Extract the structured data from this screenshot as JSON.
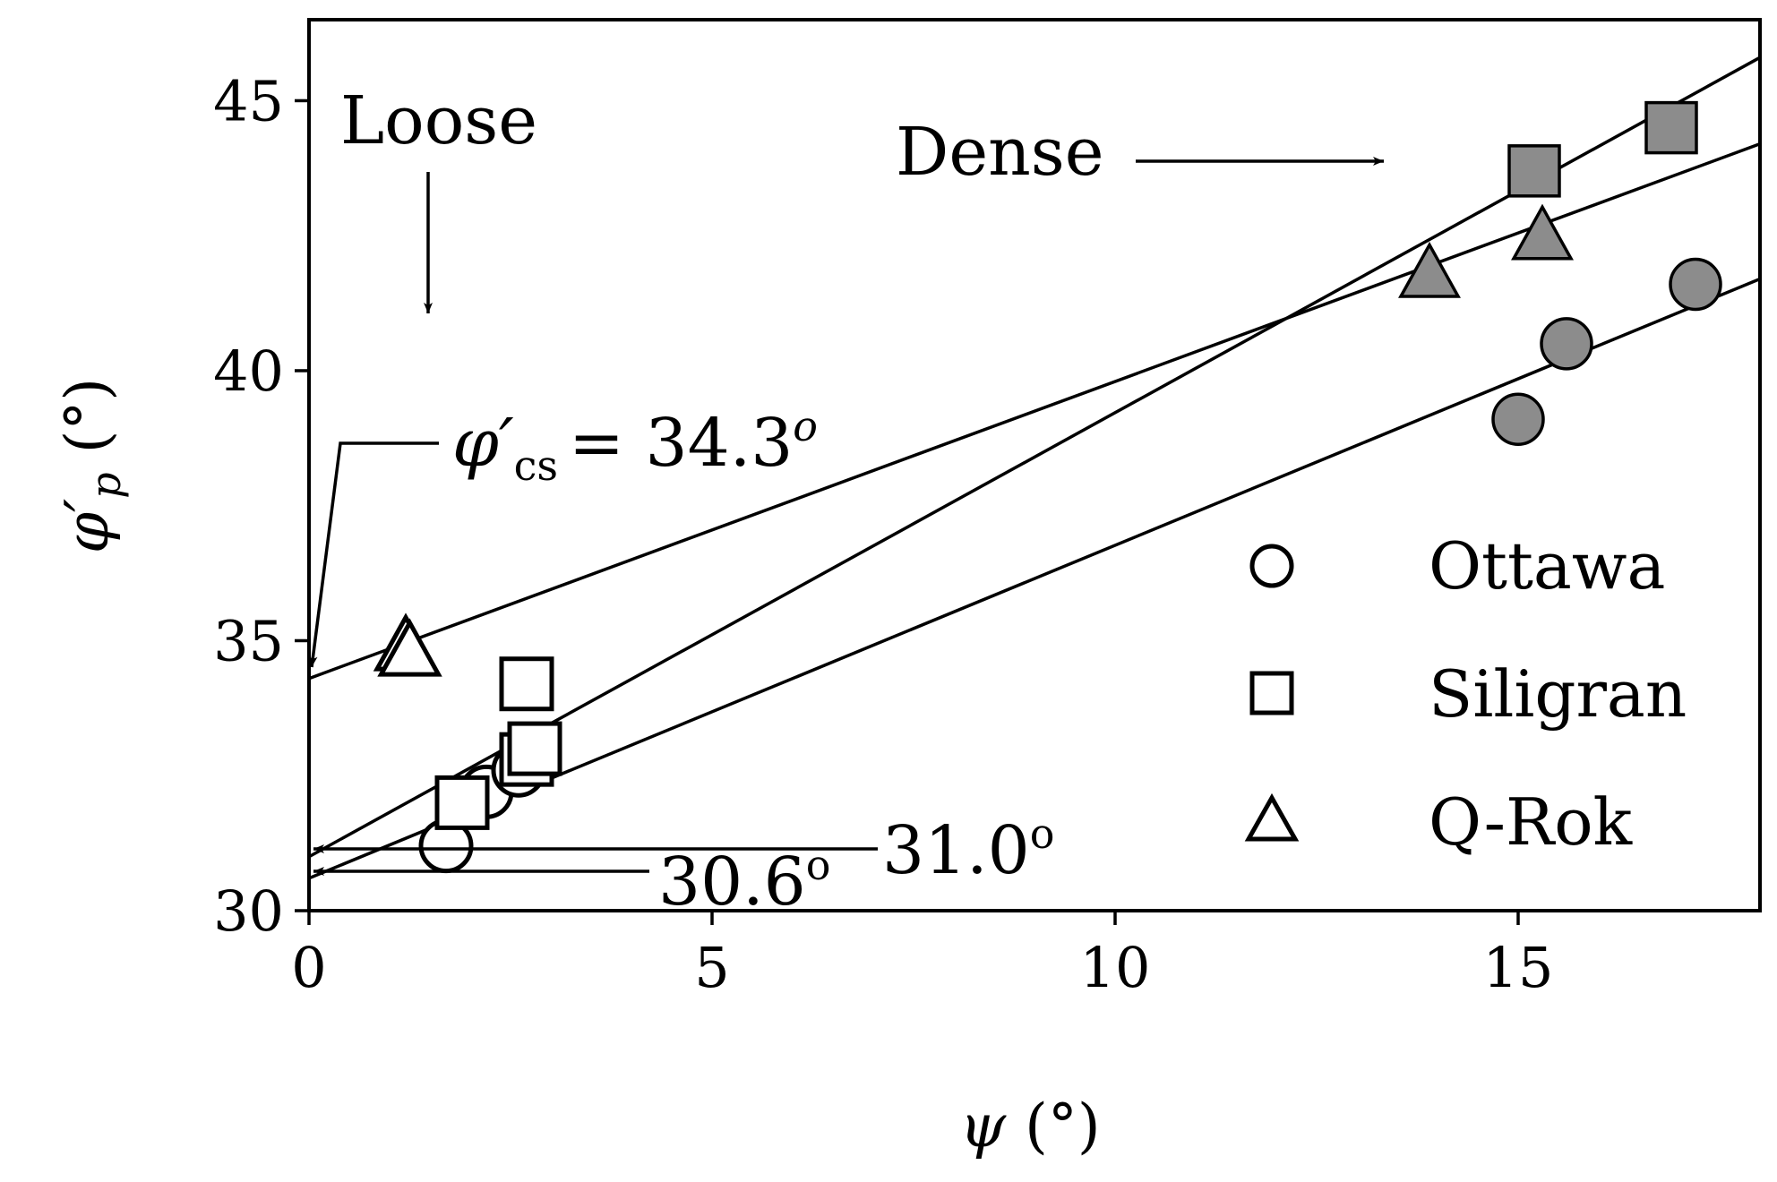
{
  "chart_data": {
    "type": "scatter",
    "xlabel": "ψ (°)",
    "ylabel": "φ′p (°)",
    "xlim": [
      0,
      18
    ],
    "ylim": [
      30,
      46.5
    ],
    "x_ticks": [
      "0",
      "5",
      "10",
      "15"
    ],
    "y_ticks": [
      "30",
      "35",
      "40",
      "45"
    ],
    "grid": false,
    "legend_position": "bottom-right",
    "series": [
      {
        "name": "Ottawa",
        "marker": "circle",
        "points_loose": [
          [
            1.7,
            31.2
          ],
          [
            2.2,
            32.2
          ],
          [
            2.6,
            32.6
          ]
        ],
        "points_dense": [
          [
            15.0,
            39.1
          ],
          [
            15.6,
            40.5
          ],
          [
            17.2,
            41.6
          ]
        ]
      },
      {
        "name": "Siligran",
        "marker": "square",
        "points_loose": [
          [
            1.9,
            32.0
          ],
          [
            2.7,
            32.8
          ],
          [
            2.8,
            33.0
          ],
          [
            2.7,
            34.2
          ]
        ],
        "points_dense": [
          [
            15.2,
            43.7
          ],
          [
            16.9,
            44.5
          ]
        ]
      },
      {
        "name": "Q-Rok",
        "marker": "triangle",
        "points_loose": [
          [
            1.2,
            34.9
          ],
          [
            1.25,
            34.8
          ]
        ],
        "points_dense": [
          [
            13.9,
            41.8
          ],
          [
            15.3,
            42.5
          ]
        ]
      }
    ],
    "fit_lines": [
      {
        "intercept": 34.3,
        "end": [
          18,
          44.2
        ]
      },
      {
        "intercept": 31.0,
        "end": [
          18,
          45.8
        ]
      },
      {
        "intercept": 30.6,
        "end": [
          18,
          41.7
        ]
      }
    ],
    "annotations": {
      "loose": "Loose",
      "dense": "Dense",
      "phi_cs_symbol": "φ′",
      "phi_cs_sub": "cs",
      "phi_cs_value": "= 34.3",
      "phi_cs_sup": "o",
      "val_31": "31.0",
      "val_31_sup": "o",
      "val_306": "30.6",
      "val_306_sup": "o"
    },
    "colors": {
      "filled_marker": "#8c8c8c",
      "open_marker": "#ffffff",
      "line": "#000000"
    }
  }
}
